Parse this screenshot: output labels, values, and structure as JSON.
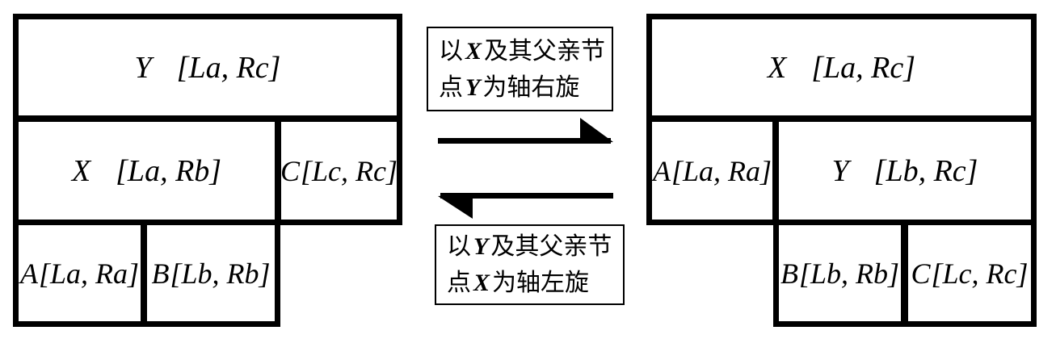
{
  "left_tree": {
    "root": {
      "name": "Y",
      "interval": "[La, Rc]"
    },
    "left_child": {
      "name": "X",
      "interval": "[La, Rb]"
    },
    "right_child": {
      "name": "C",
      "interval": "[Lc, Rc]"
    },
    "grandchild_left": {
      "name": "A",
      "interval": "[La, Ra]"
    },
    "grandchild_right": {
      "name": "B",
      "interval": "[Lb, Rb]"
    }
  },
  "right_tree": {
    "root": {
      "name": "X",
      "interval": "[La, Rc]"
    },
    "left_child": {
      "name": "A",
      "interval": "[La, Ra]"
    },
    "right_child": {
      "name": "Y",
      "interval": "[Lb, Rc]"
    },
    "grandchild_left": {
      "name": "B",
      "interval": "[Lb, Rb]"
    },
    "grandchild_right": {
      "name": "C",
      "interval": "[Lc, Rc]"
    }
  },
  "rotate_right_label": {
    "line1": {
      "pre": "以",
      "var": "X",
      "post": "及其父亲节"
    },
    "line2": {
      "pre": "点",
      "var": "Y",
      "post": "为轴右旋"
    }
  },
  "rotate_left_label": {
    "line1": {
      "pre": "以",
      "var": "Y",
      "post": "及其父亲节"
    },
    "line2": {
      "pre": "点",
      "var": "X",
      "post": "为轴左旋"
    }
  },
  "colors": {
    "line": "#000000",
    "background": "#ffffff"
  }
}
